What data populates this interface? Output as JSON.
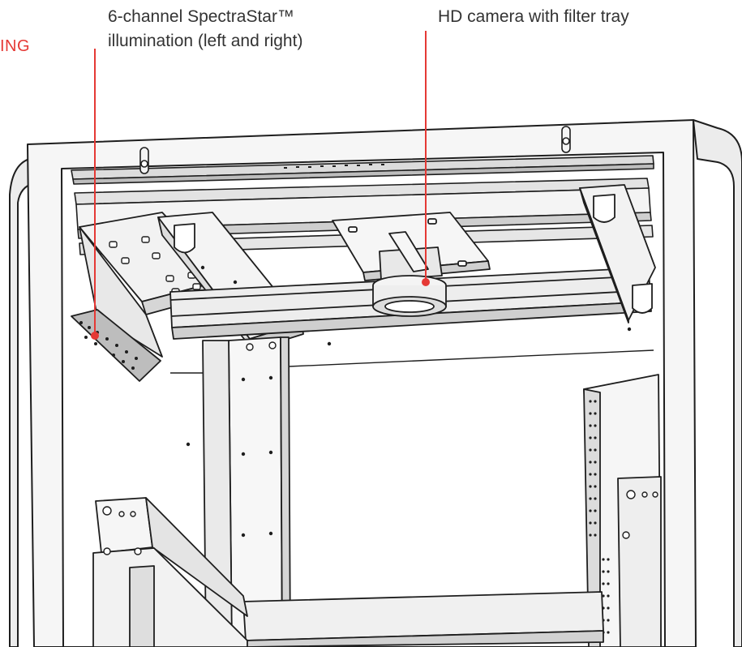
{
  "labels": {
    "left_partial": "ING",
    "illumination_line1": "6-channel SpectraStar™",
    "illumination_line2": "illumination (left and right)",
    "camera": "HD camera with filter tray"
  },
  "colors": {
    "callout": "#e53935",
    "stroke": "#1e1e1e",
    "face_light": "#ffffff",
    "face_mid": "#eeeeee",
    "face_shade": "#dcdcdc",
    "face_dark": "#bdbdbd"
  }
}
